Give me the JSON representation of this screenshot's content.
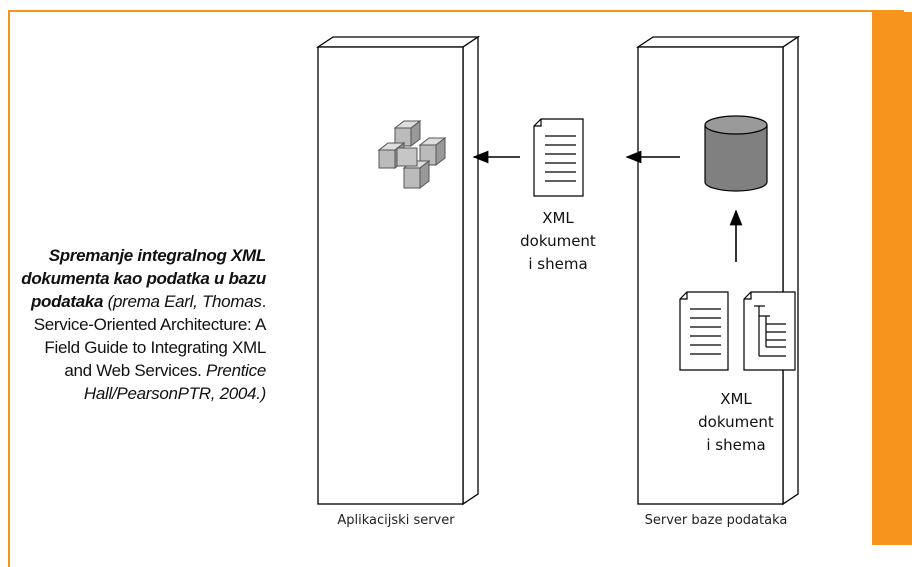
{
  "caption": {
    "title": "Spremanje integralnog XML dokumenta kao podatka u bazu podataka",
    "source_open": " (prema Earl, Thomas",
    "source_dot": ". ",
    "book": "Service-Oriented Architecture: A Field Guide to Integrating XML and Web Services.",
    "publisher": " Prentice Hall/PearsonPTR, 2004.)"
  },
  "diagram": {
    "app_server_label": "Aplikacijski server",
    "db_server_label": "Server baze podataka",
    "middle_doc_label": [
      "XML",
      "dokument",
      "i shema"
    ],
    "db_doc_label": [
      "XML",
      "dokument",
      "i shema"
    ]
  },
  "colors": {
    "accent": "#f7941d",
    "cylinder": "#808080",
    "cube": "#b8b8b8"
  },
  "icons": [
    "component-cubes-icon",
    "document-icon",
    "database-icon",
    "schema-document-icon"
  ]
}
